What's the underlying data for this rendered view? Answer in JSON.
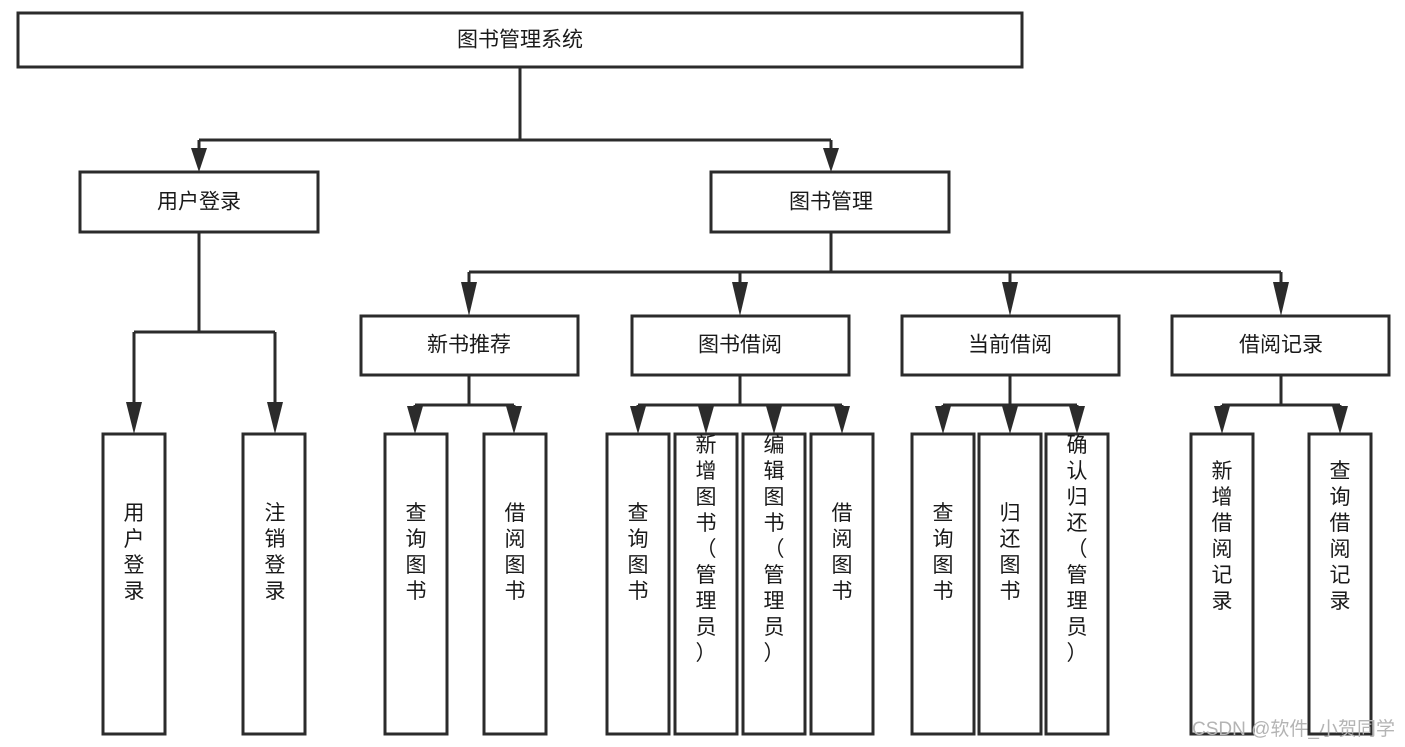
{
  "diagram": {
    "title": "图书管理系统",
    "type": "hierarchy-tree",
    "root": {
      "id": "root",
      "label": "图书管理系统",
      "orientation": "horizontal"
    },
    "level1": [
      {
        "id": "user-login",
        "label": "用户登录",
        "orientation": "horizontal"
      },
      {
        "id": "book-manage",
        "label": "图书管理",
        "orientation": "horizontal"
      }
    ],
    "level2": [
      {
        "id": "new-book-recommend",
        "label": "新书推荐",
        "orientation": "horizontal",
        "parent": "book-manage"
      },
      {
        "id": "book-borrow",
        "label": "图书借阅",
        "orientation": "horizontal",
        "parent": "book-manage"
      },
      {
        "id": "current-borrow",
        "label": "当前借阅",
        "orientation": "horizontal",
        "parent": "book-manage"
      },
      {
        "id": "borrow-record",
        "label": "借阅记录",
        "orientation": "horizontal",
        "parent": "book-manage"
      }
    ],
    "leaves": [
      {
        "id": "leaf-user-login",
        "label": "用户登录",
        "orientation": "vertical",
        "parent": "user-login"
      },
      {
        "id": "leaf-user-logout",
        "label": "注销登录",
        "orientation": "vertical",
        "parent": "user-login"
      },
      {
        "id": "leaf-query-book-1",
        "label": "查询图书",
        "orientation": "vertical",
        "parent": "new-book-recommend"
      },
      {
        "id": "leaf-borrow-book-1",
        "label": "借阅图书",
        "orientation": "vertical",
        "parent": "new-book-recommend"
      },
      {
        "id": "leaf-query-book-2",
        "label": "查询图书",
        "orientation": "vertical",
        "parent": "book-borrow"
      },
      {
        "id": "leaf-add-book",
        "label": "新增图书（管理员）",
        "orientation": "vertical",
        "parent": "book-borrow"
      },
      {
        "id": "leaf-edit-book",
        "label": "编辑图书（管理员）",
        "orientation": "vertical",
        "parent": "book-borrow"
      },
      {
        "id": "leaf-borrow-book-2",
        "label": "借阅图书",
        "orientation": "vertical",
        "parent": "book-borrow"
      },
      {
        "id": "leaf-query-book-3",
        "label": "查询图书",
        "orientation": "vertical",
        "parent": "current-borrow"
      },
      {
        "id": "leaf-return-book",
        "label": "归还图书",
        "orientation": "vertical",
        "parent": "current-borrow"
      },
      {
        "id": "leaf-confirm-return",
        "label": "确认归还（管理员）",
        "orientation": "vertical",
        "parent": "current-borrow"
      },
      {
        "id": "leaf-add-record",
        "label": "新增借阅记录",
        "orientation": "vertical",
        "parent": "borrow-record"
      },
      {
        "id": "leaf-query-record",
        "label": "查询借阅记录",
        "orientation": "vertical",
        "parent": "borrow-record"
      }
    ],
    "colors": {
      "stroke": "#2b2b2b",
      "fill": "#ffffff",
      "text": "#1a1a1a",
      "watermark": "#b4b4b4",
      "background": "#ffffff"
    }
  },
  "watermark": {
    "text": "CSDN @软件_小贺同学"
  }
}
